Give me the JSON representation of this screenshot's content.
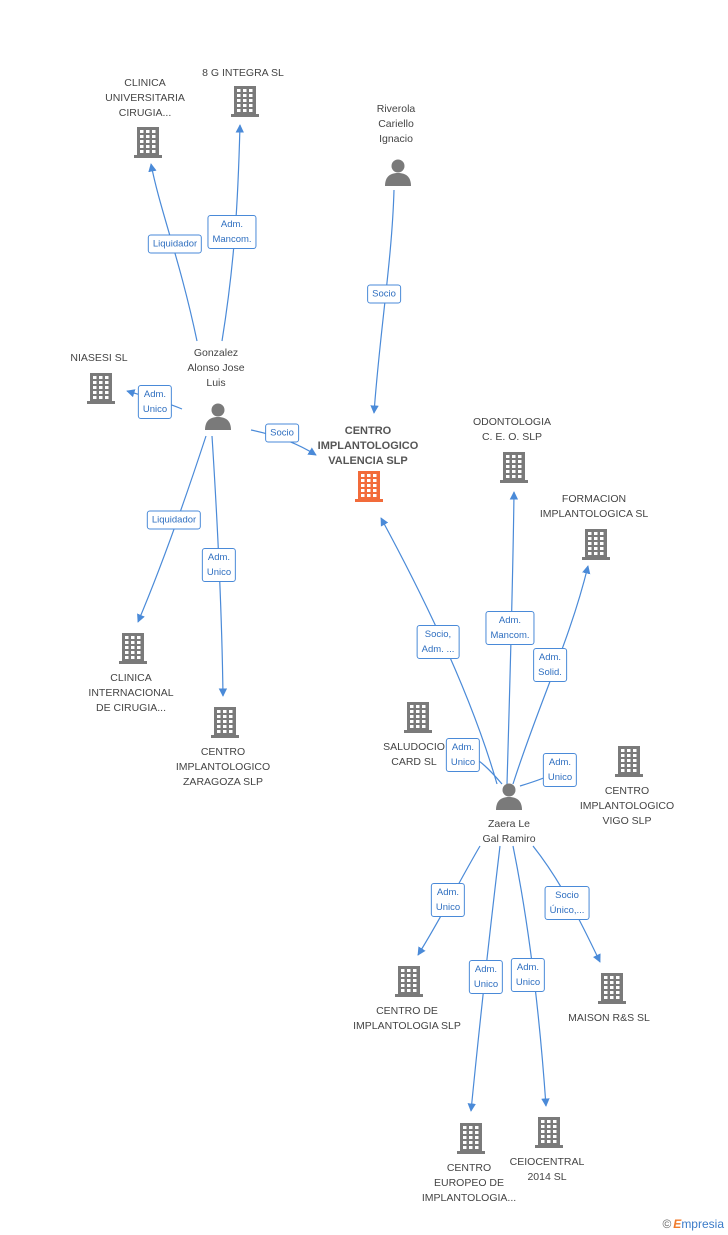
{
  "nodes": [
    {
      "id": "center",
      "type": "company",
      "highlight": true,
      "lines": [
        "CENTRO",
        "IMPLANTOLOGICO",
        "VALENCIA SLP"
      ]
    },
    {
      "id": "clinica_univ",
      "type": "company",
      "lines": [
        "CLINICA",
        "UNIVERSITARIA",
        "CIRUGIA..."
      ]
    },
    {
      "id": "8g",
      "type": "company",
      "lines": [
        "8 G INTEGRA SL"
      ]
    },
    {
      "id": "riverola",
      "type": "person",
      "lines": [
        "Riverola",
        "Cariello",
        "Ignacio"
      ]
    },
    {
      "id": "niasesi",
      "type": "company",
      "lines": [
        "NIASESI SL"
      ]
    },
    {
      "id": "gonzalez",
      "type": "person",
      "lines": [
        "Gonzalez",
        "Alonso Jose",
        "Luis"
      ]
    },
    {
      "id": "clinica_int",
      "type": "company",
      "lines": [
        "CLINICA",
        "INTERNACIONAL",
        "DE CIRUGIA..."
      ]
    },
    {
      "id": "zaragoza",
      "type": "company",
      "lines": [
        "CENTRO",
        "IMPLANTOLOGICO",
        "ZARAGOZA SLP"
      ]
    },
    {
      "id": "odontologia",
      "type": "company",
      "lines": [
        "ODONTOLOGIA",
        "C. E. O. SLP"
      ]
    },
    {
      "id": "formacion",
      "type": "company",
      "lines": [
        "FORMACION",
        "IMPLANTOLOGICA SL"
      ]
    },
    {
      "id": "saludocio",
      "type": "company",
      "lines": [
        "SALUDOCIO",
        "CARD SL"
      ]
    },
    {
      "id": "vigo",
      "type": "company",
      "lines": [
        "CENTRO",
        "IMPLANTOLOGICO",
        "VIGO SLP"
      ]
    },
    {
      "id": "zaera",
      "type": "person",
      "lines": [
        "Zaera Le",
        "Gal Ramiro"
      ]
    },
    {
      "id": "implantologia",
      "type": "company",
      "lines": [
        "CENTRO DE",
        "IMPLANTOLOGIA SLP"
      ]
    },
    {
      "id": "maison",
      "type": "company",
      "lines": [
        "MAISON R&S SL"
      ]
    },
    {
      "id": "europeo",
      "type": "company",
      "lines": [
        "CENTRO",
        "EUROPEO DE",
        "IMPLANTOLOGIA..."
      ]
    },
    {
      "id": "ceiocentral",
      "type": "company",
      "lines": [
        "CEIOCENTRAL",
        "2014 SL"
      ]
    }
  ],
  "edges": [
    {
      "from": "gonzalez",
      "to": "clinica_univ",
      "lines": [
        "Liquidador"
      ]
    },
    {
      "from": "gonzalez",
      "to": "8g",
      "lines": [
        "Adm.",
        "Mancom."
      ]
    },
    {
      "from": "riverola",
      "to": "center",
      "lines": [
        "Socio"
      ]
    },
    {
      "from": "gonzalez",
      "to": "niasesi",
      "lines": [
        "Adm.",
        "Unico"
      ]
    },
    {
      "from": "gonzalez",
      "to": "center",
      "lines": [
        "Socio"
      ]
    },
    {
      "from": "gonzalez",
      "to": "clinica_int",
      "lines": [
        "Liquidador"
      ]
    },
    {
      "from": "gonzalez",
      "to": "zaragoza",
      "lines": [
        "Adm.",
        "Unico"
      ]
    },
    {
      "from": "zaera",
      "to": "center",
      "lines": [
        "Socio,",
        "Adm. ..."
      ]
    },
    {
      "from": "zaera",
      "to": "odontologia",
      "lines": [
        "Adm.",
        "Mancom."
      ]
    },
    {
      "from": "zaera",
      "to": "formacion",
      "lines": [
        "Adm.",
        "Solid."
      ]
    },
    {
      "from": "zaera",
      "to": "saludocio",
      "lines": [
        "Adm.",
        "Unico"
      ]
    },
    {
      "from": "zaera",
      "to": "vigo",
      "lines": [
        "Adm.",
        "Unico"
      ]
    },
    {
      "from": "zaera",
      "to": "implantologia",
      "lines": [
        "Adm.",
        "Unico"
      ]
    },
    {
      "from": "zaera",
      "to": "maison",
      "lines": [
        "Socio",
        "Único,..."
      ]
    },
    {
      "from": "zaera",
      "to": "europeo",
      "lines": [
        "Adm.",
        "Unico"
      ]
    },
    {
      "from": "zaera",
      "to": "ceiocentral",
      "lines": [
        "Adm.",
        "Unico"
      ]
    }
  ],
  "colors": {
    "edge": "#4a8ad8",
    "icon": "#7a7a7a",
    "highlight": "#f26b3a"
  },
  "footer": {
    "symbol": "©",
    "brand_initial": "E",
    "brand_rest": "mpresia"
  }
}
